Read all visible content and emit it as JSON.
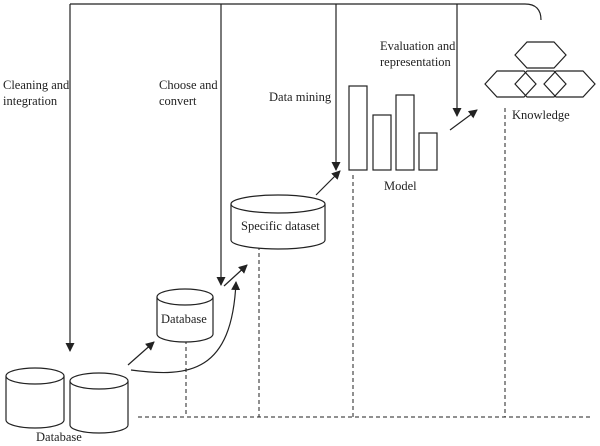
{
  "labels": {
    "cleaning_line1": "Cleaning and",
    "cleaning_line2": "integration",
    "choose_line1": "Choose and",
    "choose_line2": "convert",
    "data_mining": "Data mining",
    "evaluation_line1": "Evaluation and",
    "evaluation_line2": "representation",
    "knowledge": "Knowledge",
    "model": "Model",
    "specific_dataset": "Specific dataset",
    "database_middle": "Database",
    "database_bottom": "Database"
  }
}
